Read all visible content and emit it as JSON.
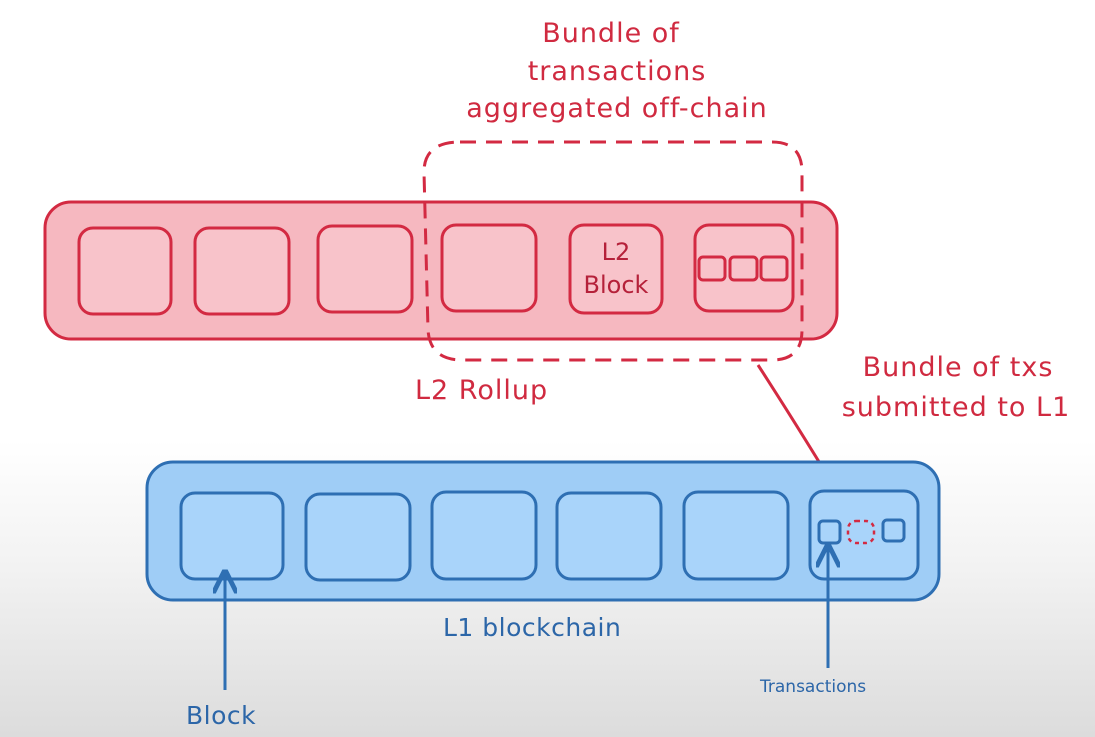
{
  "colors": {
    "red_stroke": "#d32a42",
    "red_fill": "#f6b8c0",
    "red_block_fill": "#f8c3ca",
    "blue_stroke": "#2e6fb3",
    "blue_fill": "#9fcdf6",
    "blue_block_fill": "#a9d4fa"
  },
  "annotations": {
    "bundle_offchain": [
      "Bundle of",
      "transactions",
      "aggregated off-chain"
    ],
    "bundle_submitted": [
      "Bundle of txs",
      "submitted to L1"
    ],
    "l2_rollup": "L2 Rollup",
    "l1_blockchain": "L1 blockchain",
    "block": "Block",
    "transactions": "Transactions"
  },
  "l2": {
    "block_count": 6,
    "l2_block_label": [
      "L2",
      "Block"
    ],
    "tx_count": 3
  },
  "l1": {
    "block_count": 6,
    "tx_count": 3
  },
  "icons": {
    "arrow_red": "arrow-down-right-icon",
    "arrow_blue": "arrow-up-icon"
  }
}
